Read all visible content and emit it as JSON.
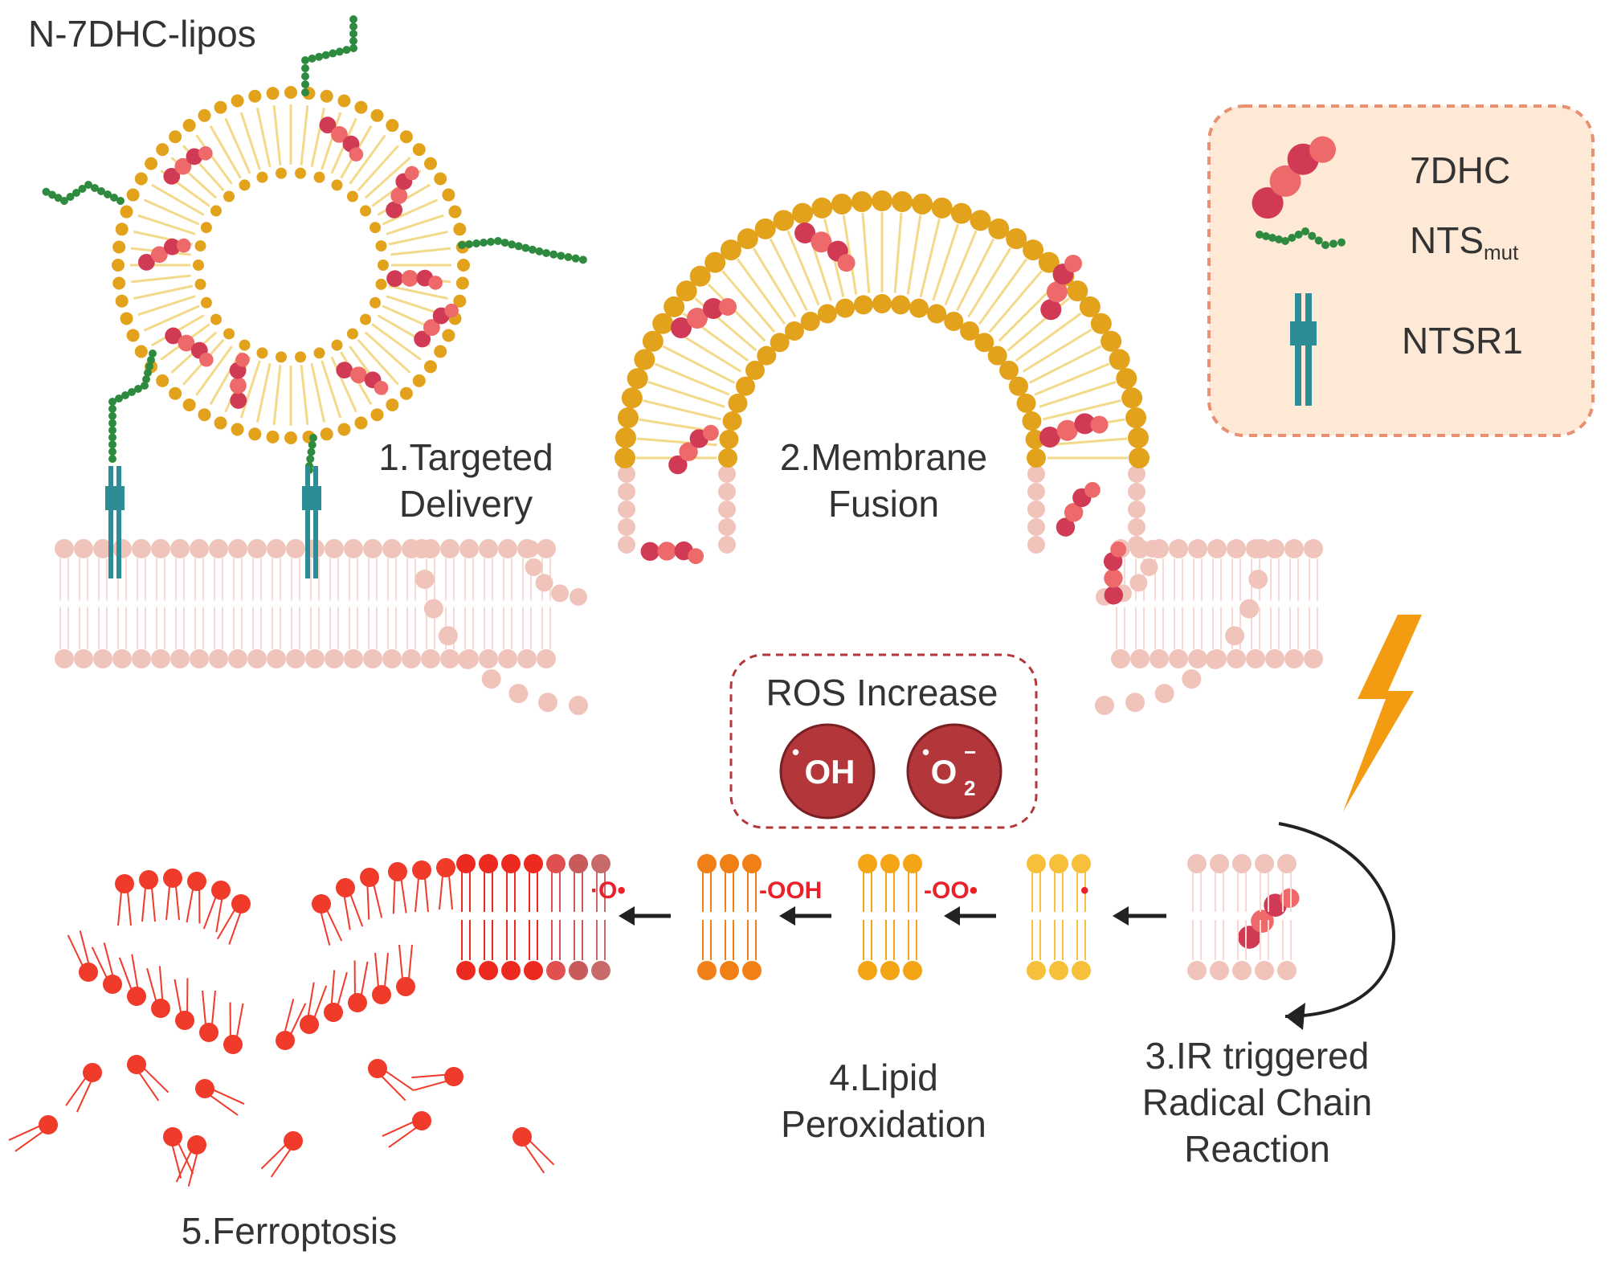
{
  "title": "N-7DHC-lipos",
  "legend": {
    "items": [
      {
        "label": "7DHC",
        "sub": ""
      },
      {
        "label": "NTS",
        "sub": "mut"
      },
      {
        "label": "NTSR1",
        "sub": ""
      }
    ]
  },
  "steps": {
    "s1": {
      "line1": "1.Targeted",
      "line2": "Delivery"
    },
    "s2": {
      "line1": "2.Membrane",
      "line2": "Fusion"
    },
    "s3": {
      "line1": "3.IR triggered",
      "line2": "Radical Chain",
      "line3": "Reaction"
    },
    "s4": {
      "line1": "4.Lipid",
      "line2": "Peroxidation"
    },
    "s5": {
      "line1": "5.Ferroptosis"
    }
  },
  "ros": {
    "title": "ROS Increase",
    "oh": "OH",
    "o2": "O",
    "o2_sub": "2",
    "o2_sup": "−",
    "dot": "•"
  },
  "radicals": {
    "o": "·O•",
    "ooh": "-OOH",
    "oo": "-OO•",
    "r": "•"
  },
  "colors": {
    "lipo": "#e2a21b",
    "lipo_tail": "#f3d98a",
    "membrane": "#f0c4bb",
    "molecule": "#d13a55",
    "molecule_light": "#ee6a6a",
    "nts": "#2e8a3e",
    "receptor": "#2c8d96",
    "legend_bg": "#fde9d6",
    "legend_border": "#e89070",
    "bolt": "#f39c12",
    "ros_ball": "#b3363a",
    "dead": "#f03a2a"
  }
}
